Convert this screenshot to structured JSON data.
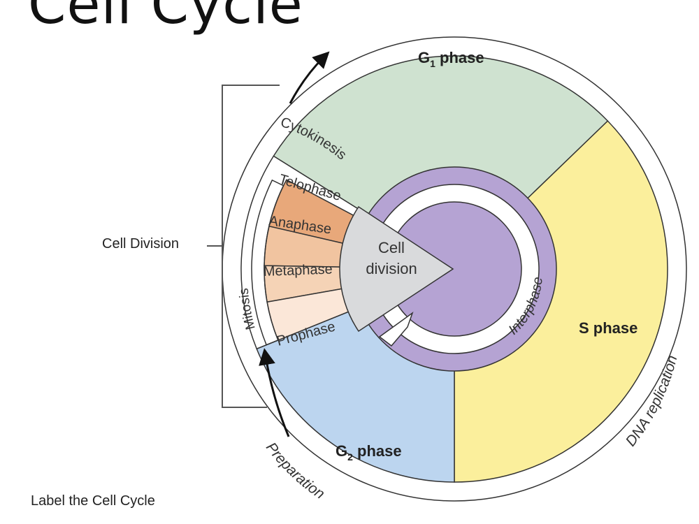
{
  "title": "Cell Cycle",
  "side_labels": {
    "cell_division": "Cell Division",
    "instruction": "Label the Cell Cycle"
  },
  "phases": {
    "g1": {
      "base": "G",
      "sub": "1",
      "suffix": " phase",
      "color": "#cfe2d0"
    },
    "s": {
      "label": "S phase",
      "color": "#fbef9c"
    },
    "g2": {
      "base": "G",
      "sub": "2",
      "suffix": " phase",
      "color": "#bcd5ef"
    }
  },
  "band_labels": {
    "dna_replication": "DNA replication",
    "preparation": "Preparation",
    "mitosis": "Mitosis",
    "cytokinesis": "Cytokinesis"
  },
  "mitosis_stages": [
    {
      "label": "Telophase",
      "color": "#e8a87a"
    },
    {
      "label": "Anaphase",
      "color": "#f1c4a0"
    },
    {
      "label": "Metaphase",
      "color": "#f5d3b6"
    },
    {
      "label": "Prophase",
      "color": "#fbe7d8"
    }
  ],
  "center": {
    "cell_division_line1": "Cell",
    "cell_division_line2": "division",
    "interphase": "Interphase",
    "wedge_color": "#d9dadc",
    "ring_color": "#b5a3d3"
  }
}
